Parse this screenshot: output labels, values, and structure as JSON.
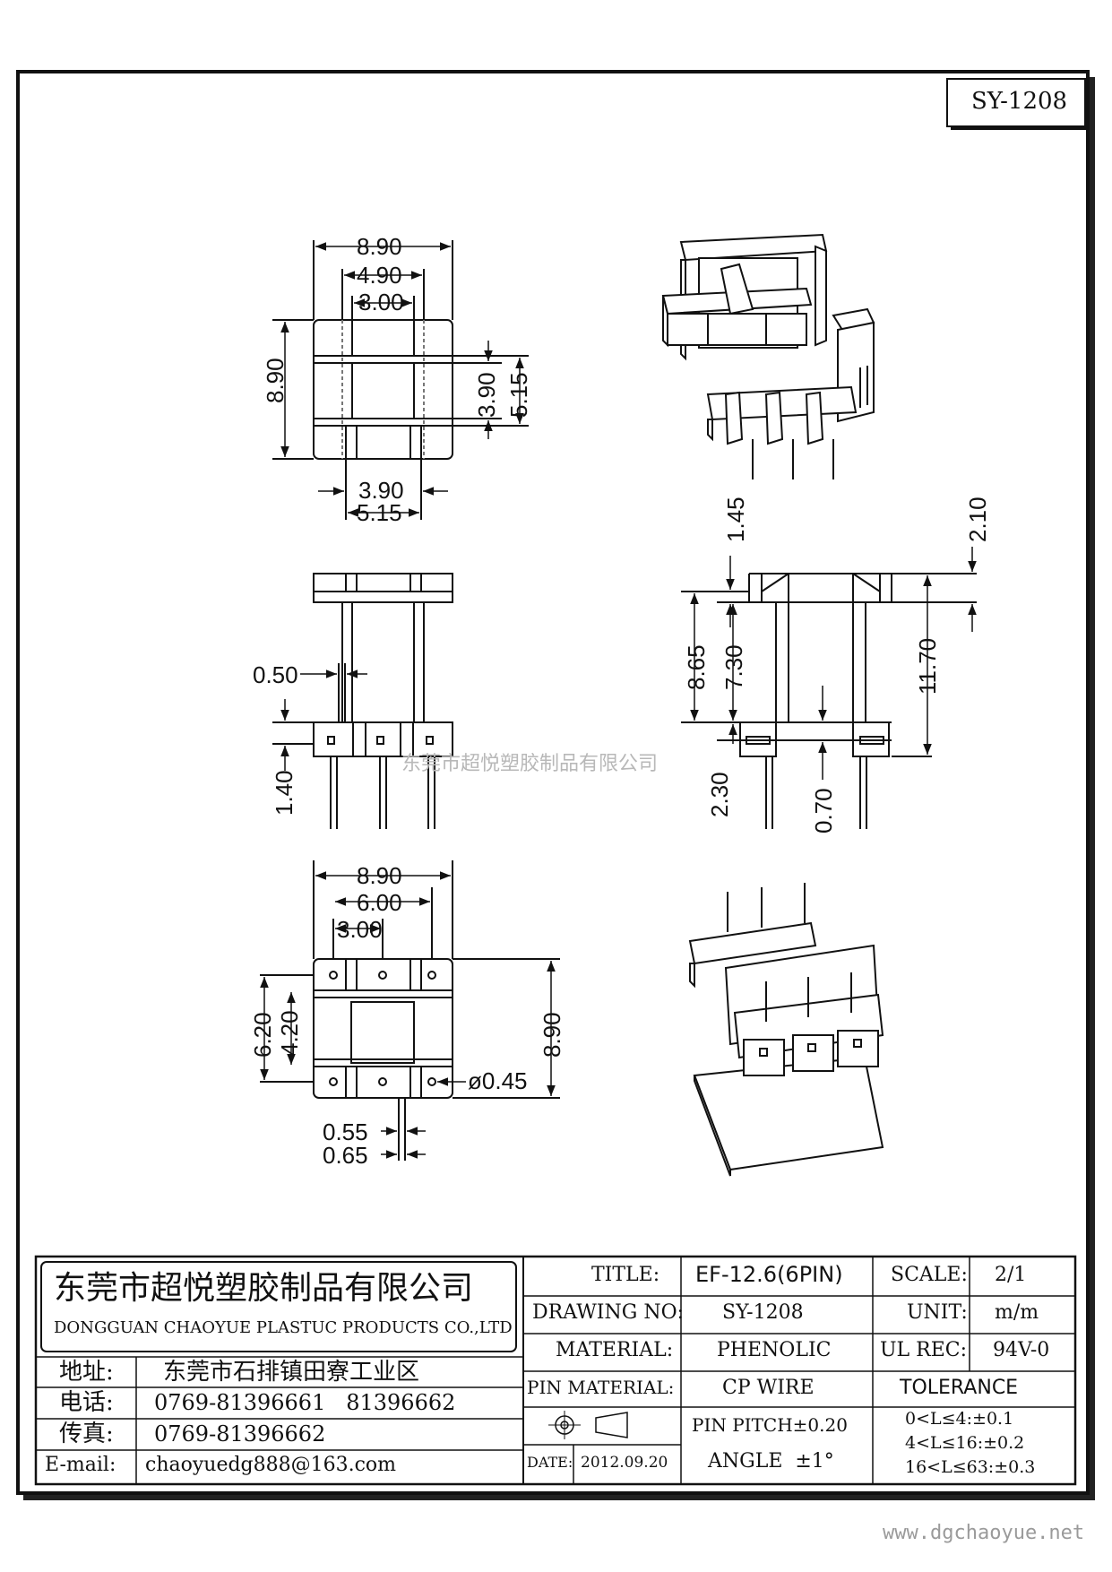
{
  "drawing_number_box": "SY-1208",
  "dimensions": {
    "top_view": {
      "width_overall": "8.90",
      "width_mid": "4.90",
      "width_inner": "3.00",
      "height_overall": "8.90",
      "height_inner": "3.90",
      "height_outer": "5.15",
      "bottom_inner": "3.90",
      "bottom_outer": "5.15"
    },
    "front_view": {
      "pin_width": "0.50",
      "pin_offset": "1.40"
    },
    "side_view": {
      "top_offset": "1.45",
      "top_right": "2.10",
      "height_a": "8.65",
      "height_b": "7.30",
      "height_overall": "11.70",
      "base": "2.30",
      "foot": "0.70"
    },
    "bottom_view": {
      "width_overall": "8.90",
      "pin_span": "6.00",
      "pin_pitch": "3.00",
      "row_span": "6.20",
      "row_inner": "4.20",
      "height_overall": "8.90",
      "hole_diameter": "ø0.45",
      "pin_a": "0.55",
      "pin_b": "0.65"
    }
  },
  "watermark": "东莞市超悦塑胶制品有限公司",
  "title_block": {
    "company_cn": "东莞市超悦塑胶制品有限公司",
    "company_en": "DONGGUAN CHAOYUE PLASTUC PRODUCTS CO.,LTD",
    "address_label": "地址:",
    "address_value": "东莞市石排镇田寮工业区",
    "phone_label": "电话:",
    "phone_value": "0769-81396661   81396662",
    "fax_label": "传真:",
    "fax_value": "0769-81396662",
    "email_label": "E-mail:",
    "email_value": "chaoyuedg888@163.com",
    "title_label": "TITLE:",
    "title_value": "EF-12.6(6PIN)",
    "drawing_no_label": "DRAWING NO:",
    "drawing_no_value": "SY-1208",
    "material_label": "MATERIAL:",
    "material_value": "PHENOLIC",
    "pin_material_label": "PIN MATERIAL:",
    "pin_material_value": "CP WIRE",
    "date_label": "DATE:",
    "date_value": "2012.09.20",
    "pin_pitch_tol": "PIN PITCH±0.20",
    "angle_tol": "ANGLE  ±1°",
    "scale_label": "SCALE:",
    "scale_value": "2/1",
    "unit_label": "UNIT:",
    "unit_value": "m/m",
    "ul_label": "UL REC:",
    "ul_value": "94V-0",
    "tolerance_header": "TOLERANCE",
    "tolerance_rows": [
      "0<L≤4:±0.1",
      "4<L≤16:±0.2",
      "16<L≤63:±0.3"
    ]
  },
  "footer_url": "www.dgchaoyue.net"
}
